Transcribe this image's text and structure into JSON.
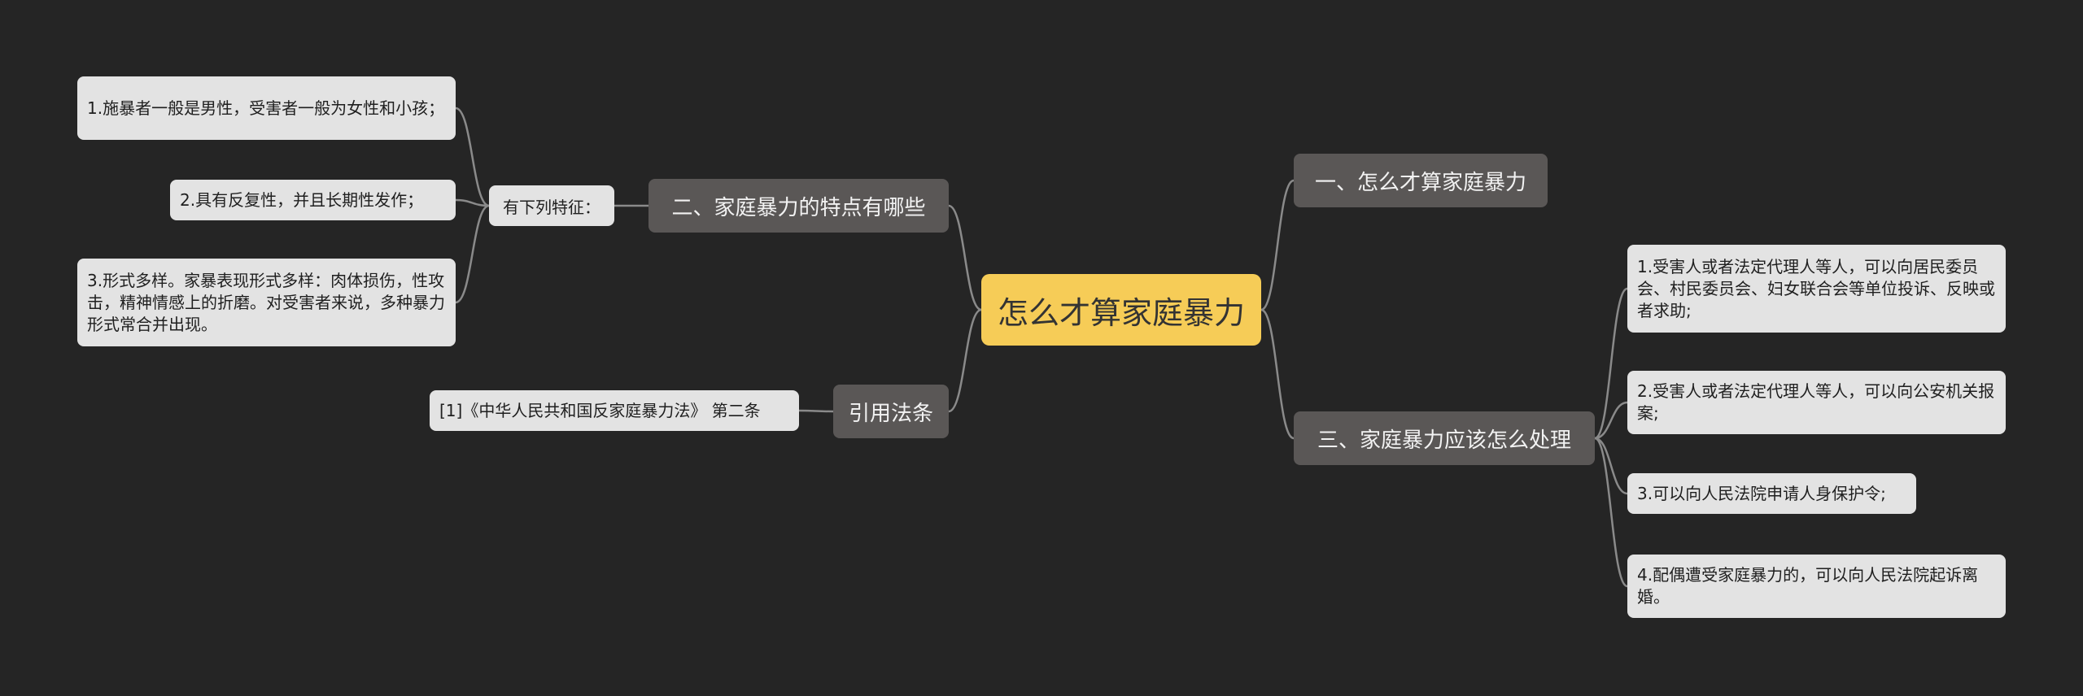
{
  "root": {
    "text": "怎么才算家庭暴力"
  },
  "branches": {
    "b1": {
      "text": "一、怎么才算家庭暴力"
    },
    "b2": {
      "text": "二、家庭暴力的特点有哪些"
    },
    "b3": {
      "text": "三、家庭暴力应该怎么处理"
    },
    "b4": {
      "text": "引用法条"
    }
  },
  "b2_label": {
    "text": "有下列特征："
  },
  "b2_leaves": [
    {
      "text": "1.施暴者一般是男性，受害者一般为女性和小孩；"
    },
    {
      "text": "2.具有反复性，并且长期性发作；"
    },
    {
      "text": "3.形式多样。家暴表现形式多样：肉体损伤，性攻击，精神情感上的折磨。对受害者来说，多种暴力形式常合并出现。"
    }
  ],
  "b3_leaves": [
    {
      "text": "1.受害人或者法定代理人等人，可以向居民委员会、村民委员会、妇女联合会等单位投诉、反映或者求助;"
    },
    {
      "text": "2.受害人或者法定代理人等人，可以向公安机关报案;"
    },
    {
      "text": "3.可以向人民法院申请人身保护令;"
    },
    {
      "text": "4.配偶遭受家庭暴力的，可以向人民法院起诉离婚。"
    }
  ],
  "b4_leaves": [
    {
      "text": "[1]《中华人民共和国反家庭暴力法》 第二条"
    }
  ],
  "colors": {
    "background": "#252525",
    "root_fill": "#f6cc57",
    "branch_fill": "#5a5756",
    "leaf_fill": "#e3e3e3",
    "connector": "#8a8a8a"
  }
}
